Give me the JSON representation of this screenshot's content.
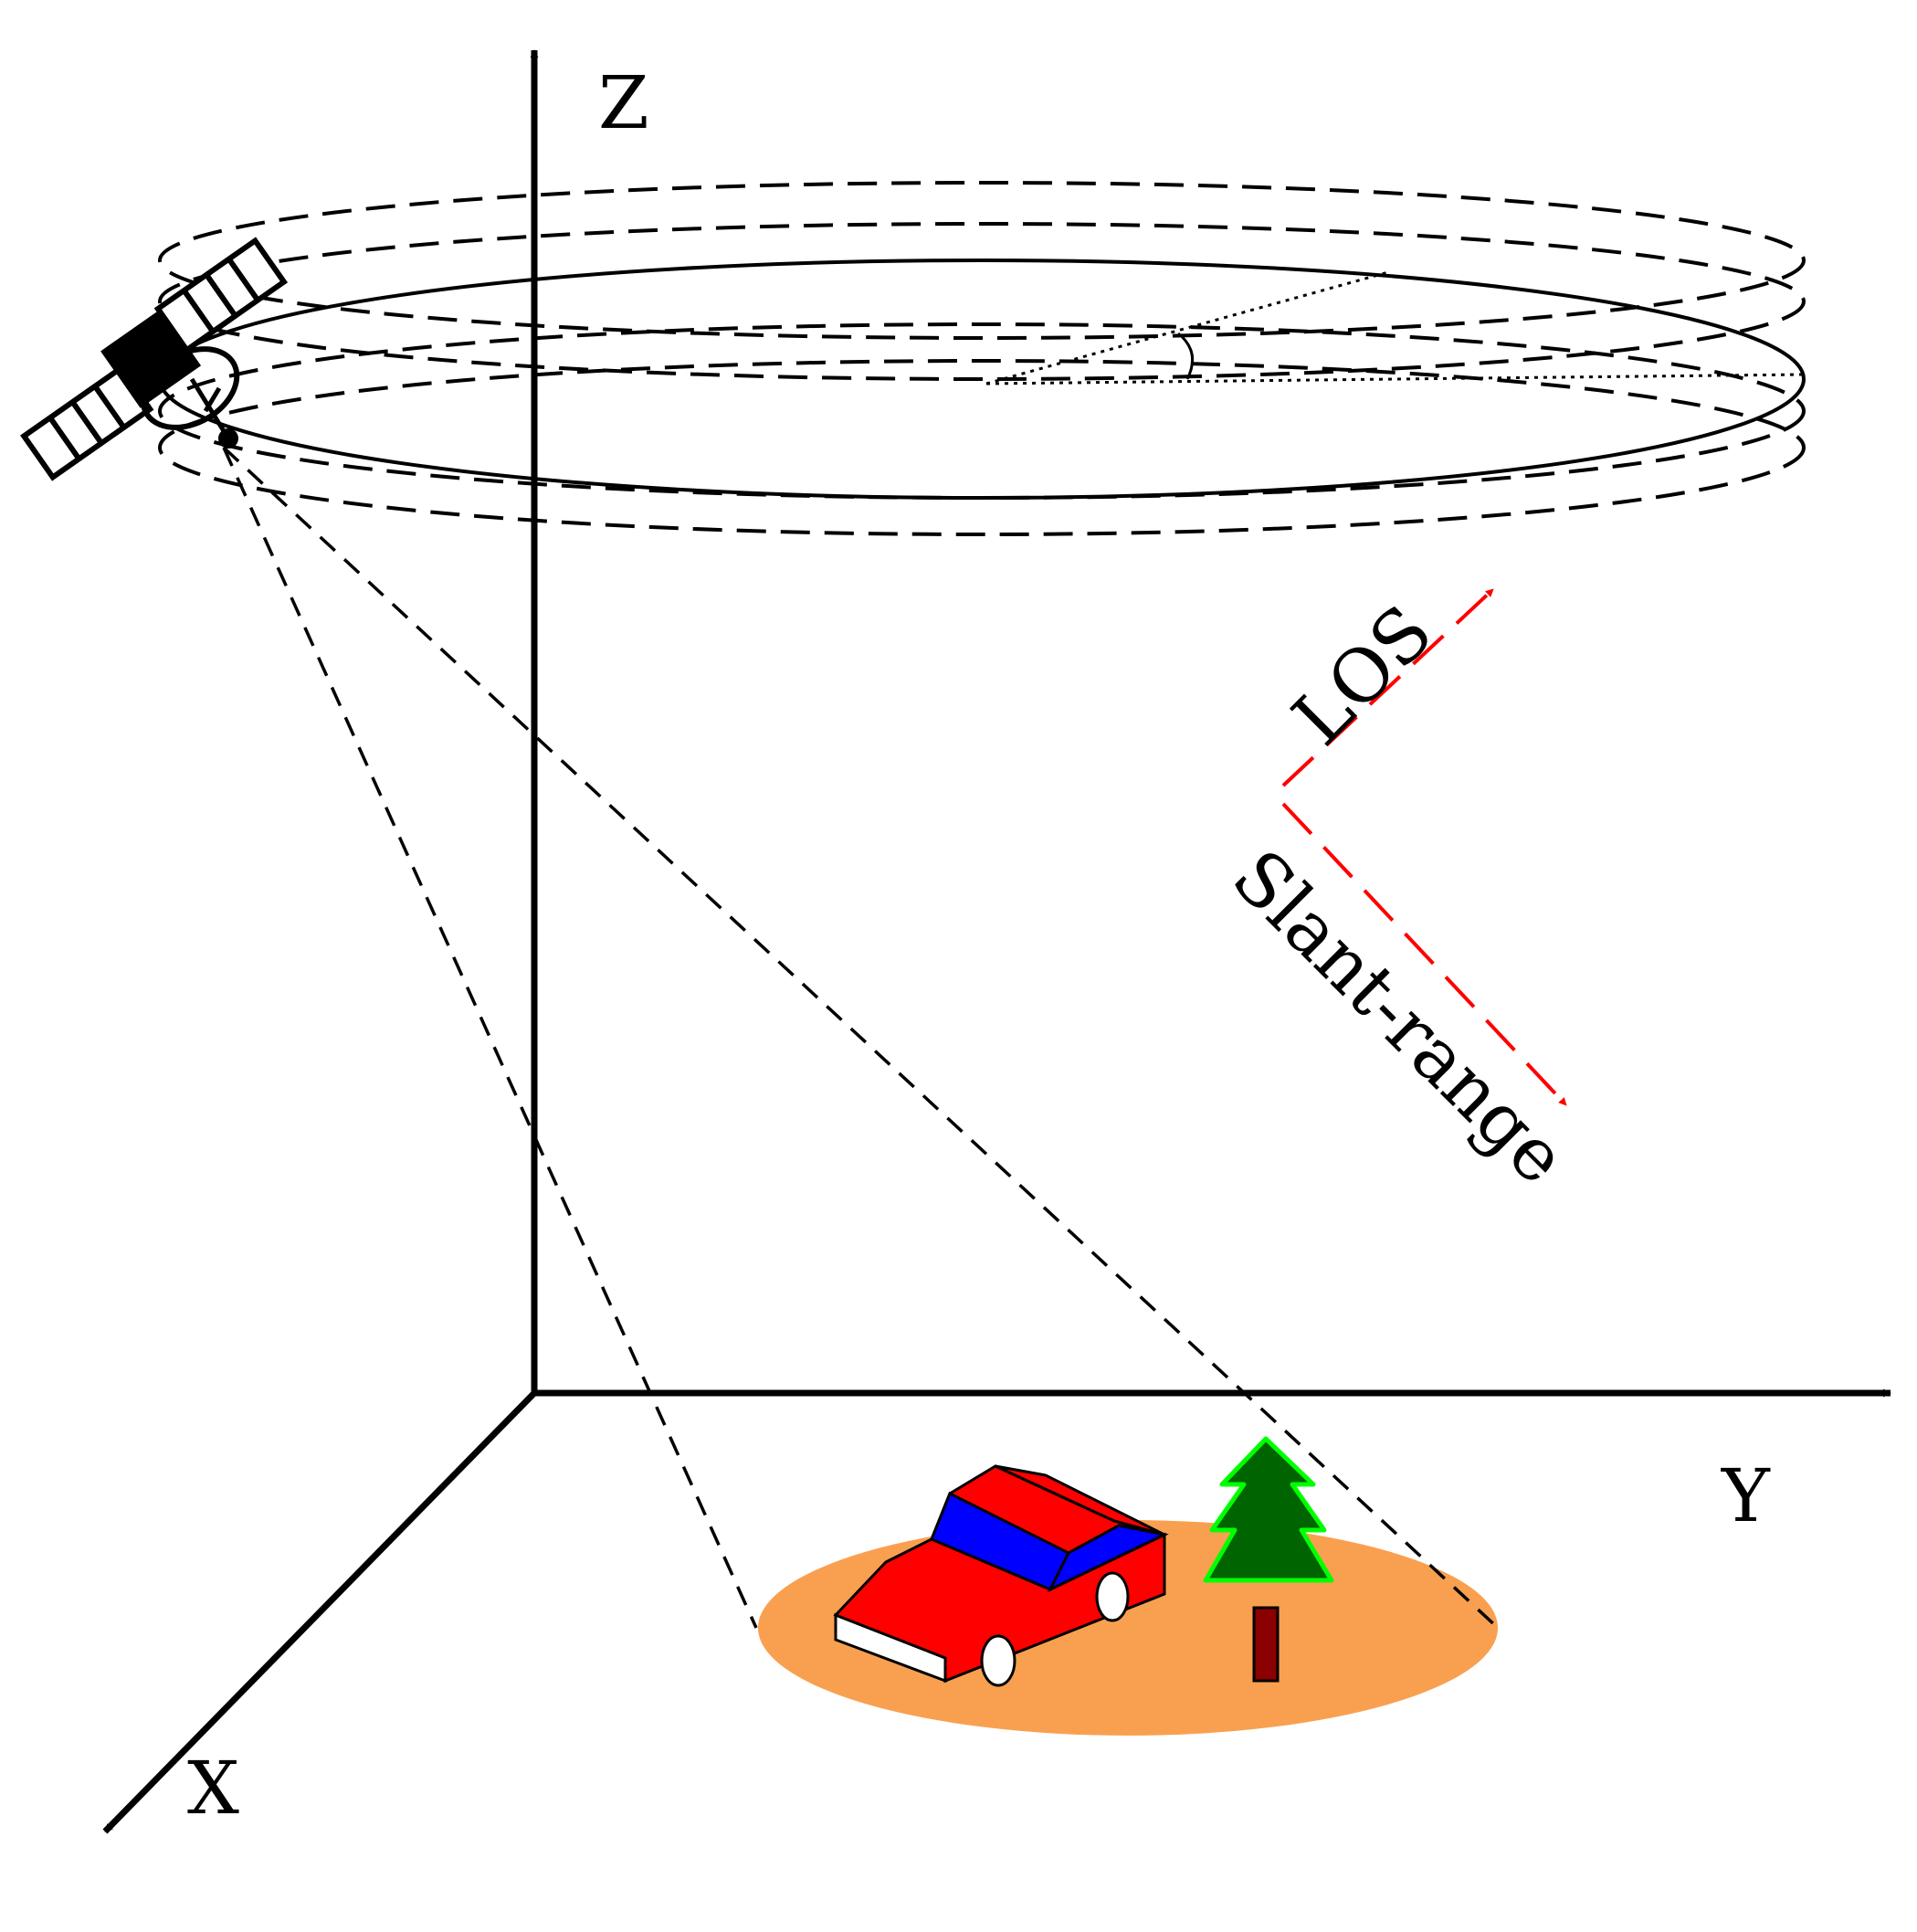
{
  "axes": {
    "x_label": "X",
    "y_label": "Y",
    "z_label": "Z"
  },
  "annotations": {
    "los": "LOS",
    "slant_range": "Slant-range"
  },
  "colors": {
    "axis": "#000000",
    "direction_arrows": "#ff0000",
    "ground_patch": "#f9a050",
    "car_body": "#ff0000",
    "car_window": "#0000ff",
    "car_bumper": "#ffffff",
    "tree_foliage": "#006400",
    "tree_outline": "#00ff00",
    "tree_trunk": "#8b0000"
  },
  "icons": [
    "satellite-icon",
    "car-icon",
    "tree-icon"
  ]
}
